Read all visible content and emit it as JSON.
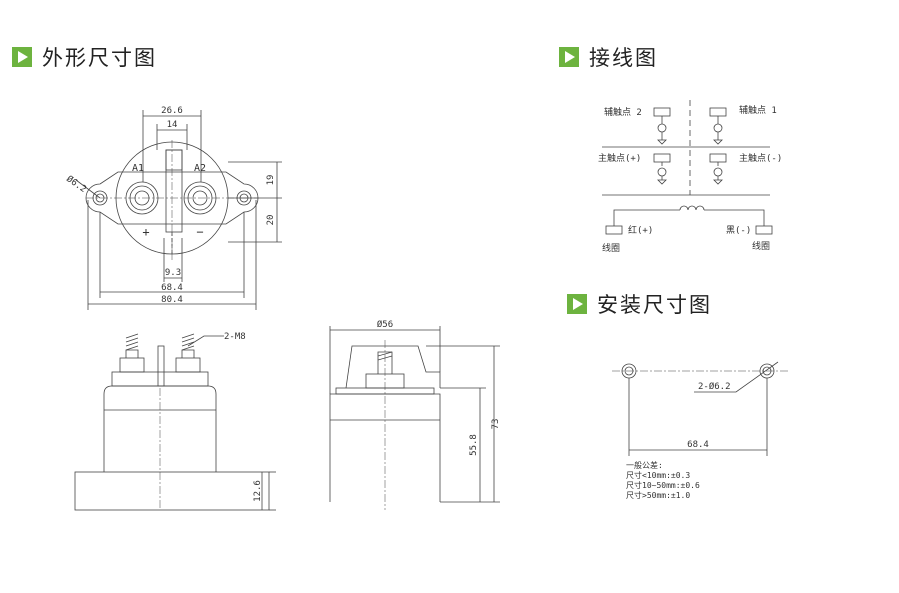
{
  "sections": {
    "dimensions": "外形尺寸图",
    "wiring": "接线图",
    "mounting": "安装尺寸图"
  },
  "colors": {
    "accent": "#6db33f",
    "line": "#444444"
  },
  "top_view": {
    "dim_26_6": "26.6",
    "dim_14": "14",
    "hole_dia": "Ø6.2",
    "label_a1": "A1",
    "label_a2": "A2",
    "dim_19": "19",
    "dim_20": "20",
    "dim_9_3": "9.3",
    "dim_68_4": "68.4",
    "dim_80_4": "80.4",
    "plus": "+",
    "minus": "−"
  },
  "front_view": {
    "thread_label": "2-M8",
    "dim_12_6": "12.6"
  },
  "side_view": {
    "dia_56": "Ø56",
    "dim_55_8": "55.8",
    "dim_73": "73"
  },
  "wiring": {
    "aux2": "辅触点 2",
    "aux1": "辅触点 1",
    "main_pos": "主触点(+)",
    "main_neg": "主触点(-)",
    "red_pos": "红(+)",
    "black_neg": "黑(-)",
    "coil_left": "线圈",
    "coil_right": "线圈"
  },
  "mounting": {
    "hole_label": "2-Ø6.2",
    "spacing": "68.4",
    "tolerance": [
      "一般公差:",
      "尺寸<10mm:±0.3",
      "尺寸10~50mm:±0.6",
      "尺寸>50mm:±1.0"
    ]
  }
}
